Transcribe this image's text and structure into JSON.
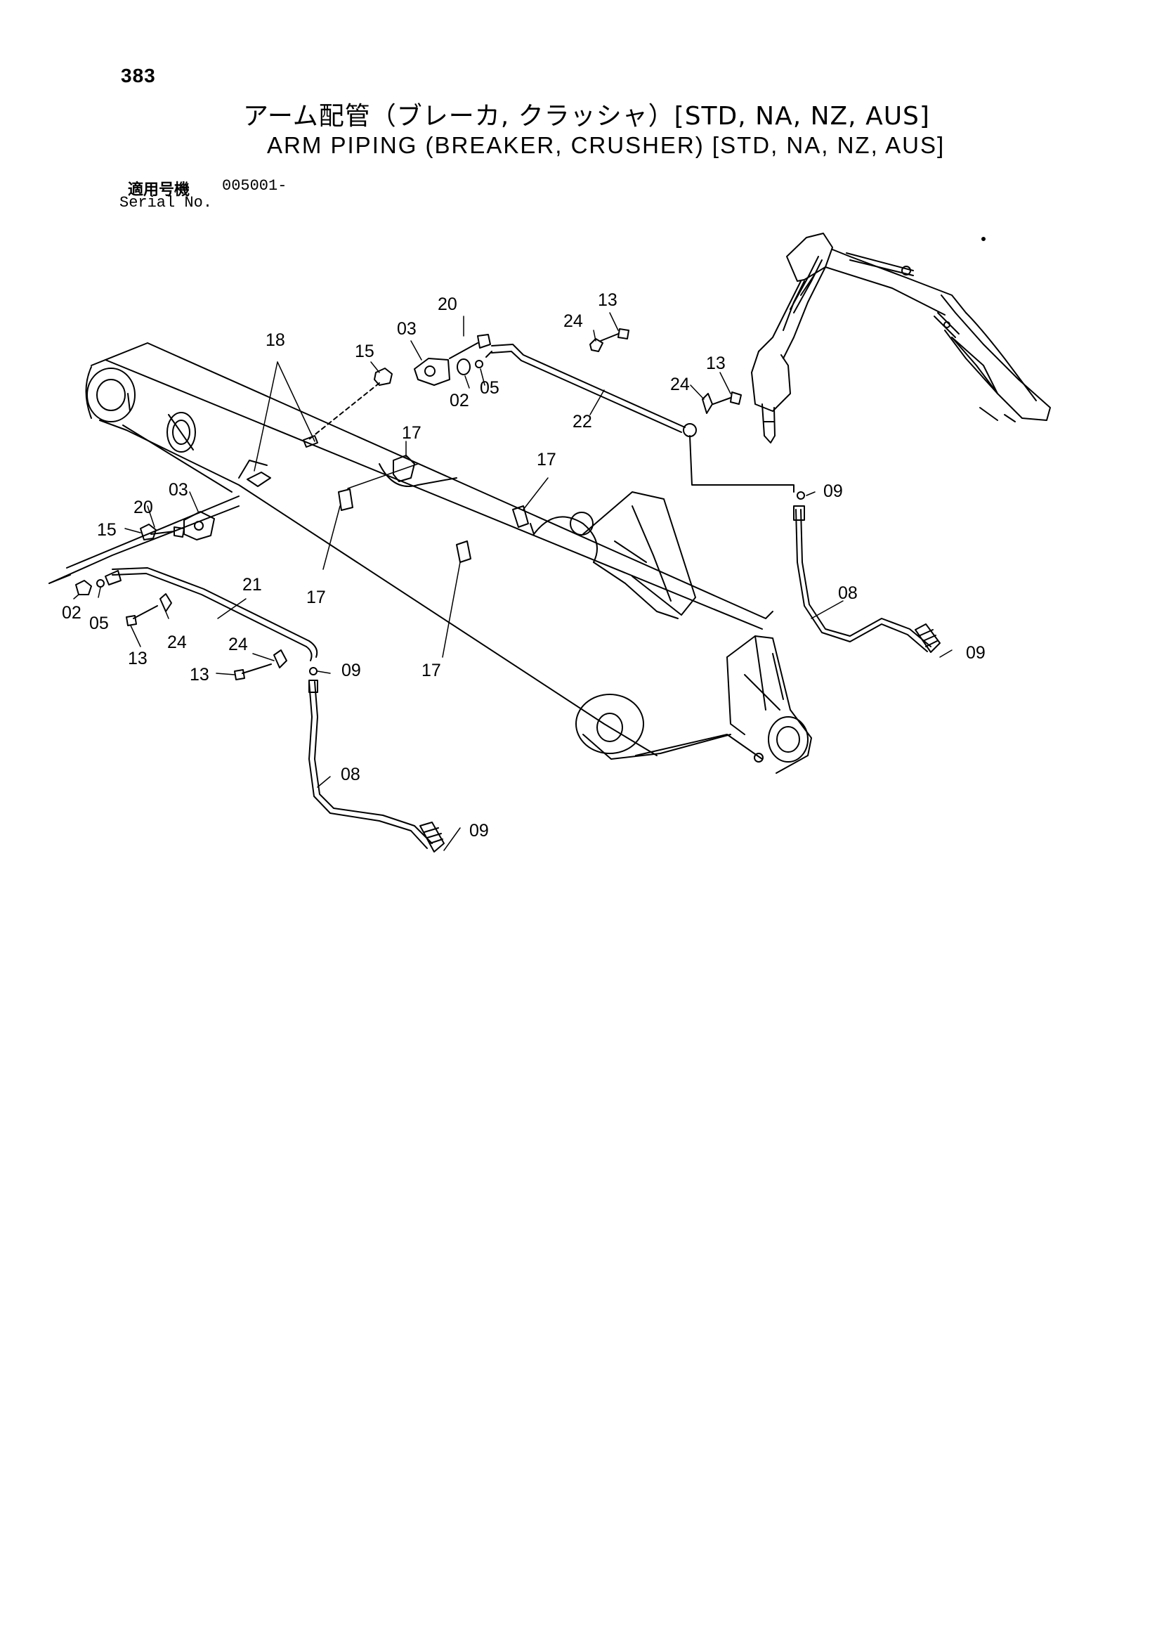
{
  "page": {
    "number": "383",
    "title_jp": "アーム配管（ブレーカ, クラッシャ）[STD, NA, NZ, AUS]",
    "title_en": "ARM PIPING (BREAKER, CRUSHER) [STD, NA, NZ, AUS]",
    "serial_label_jp": "適用号機",
    "serial_value": "005001-",
    "serial_label_en": "Serial No."
  },
  "diagram": {
    "callouts": {
      "c18": "18",
      "c03_top": "03",
      "c15_top": "15",
      "c20_top": "20",
      "c02_top": "02",
      "c05_top": "05",
      "c24_top": "24",
      "c13_top": "13",
      "c22": "22",
      "c24_right": "24",
      "c13_right": "13",
      "c09_right": "09",
      "c17_a": "17",
      "c17_b": "17",
      "c17_c": "17",
      "c17_d": "17",
      "c03_left": "03",
      "c20_left": "20",
      "c15_left": "15",
      "c21": "21",
      "c02_left": "02",
      "c05_left": "05",
      "c24_left": "24",
      "c13_left": "13",
      "c24_bottom": "24",
      "c13_bottom": "13",
      "c09_left": "09",
      "c08_left": "08",
      "c09_left_end": "09",
      "c08_right": "08",
      "c09_right_end": "09"
    }
  }
}
